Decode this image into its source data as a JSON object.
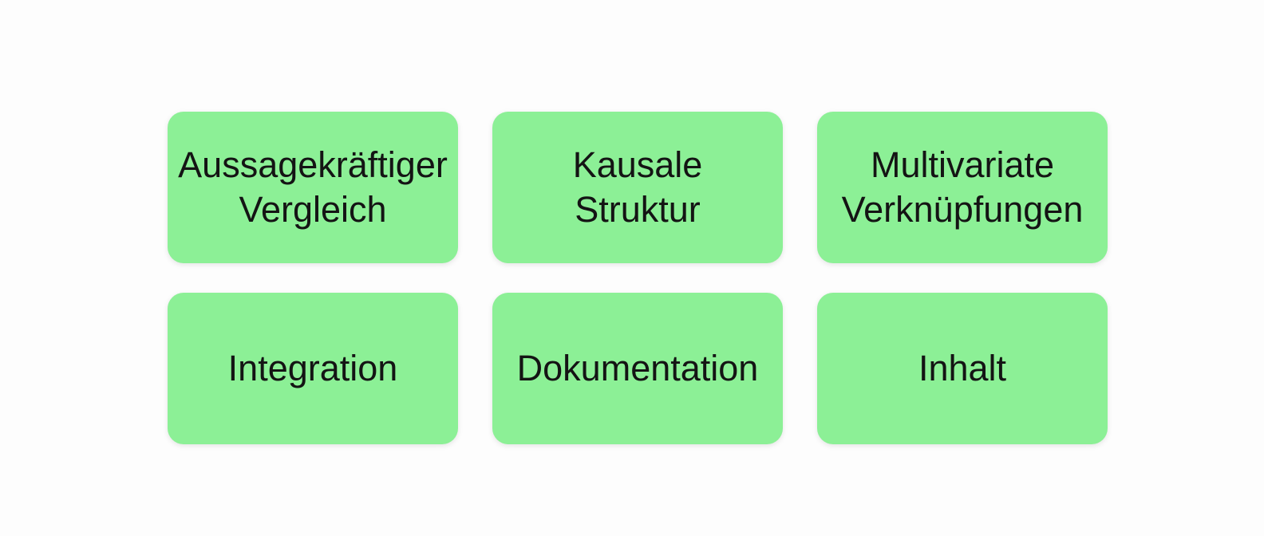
{
  "diagram": {
    "colors": {
      "background": "#fdfdfd",
      "box_fill": "#8cf096",
      "text": "#141414"
    },
    "boxes": [
      {
        "label": "Aussagekräftiger\nVergleich"
      },
      {
        "label": "Kausale\nStruktur"
      },
      {
        "label": "Multivariate\nVerknüpfungen"
      },
      {
        "label": "Integration"
      },
      {
        "label": "Dokumentation"
      },
      {
        "label": "Inhalt"
      }
    ]
  }
}
